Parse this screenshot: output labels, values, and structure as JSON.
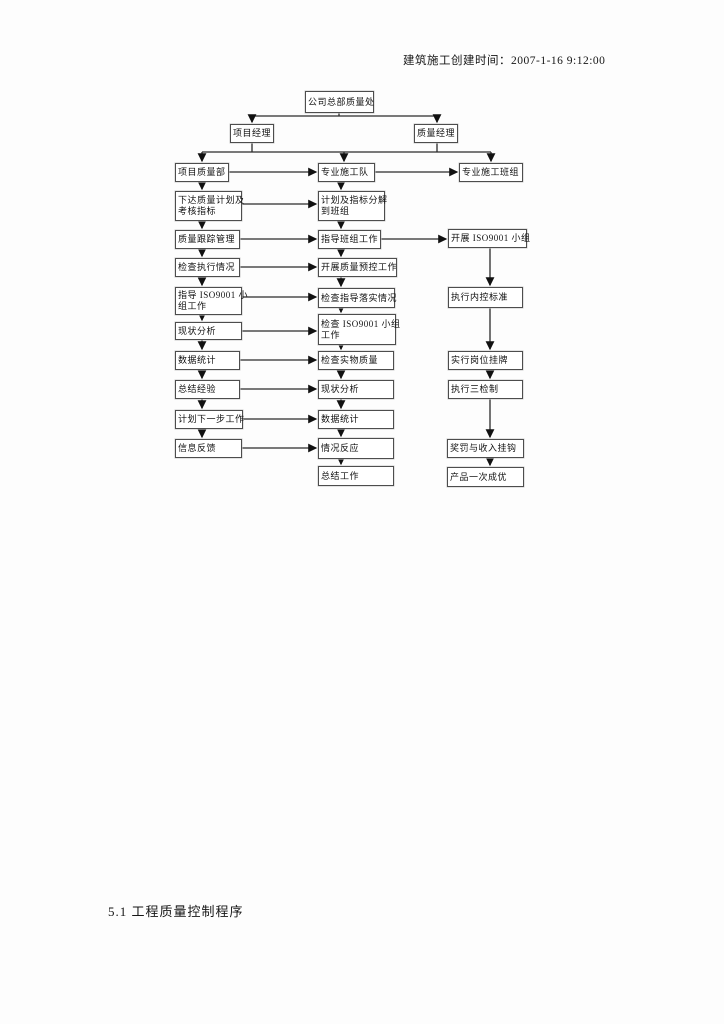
{
  "page": {
    "header_timestamp": "建筑施工创建时间：2007-1-16 9:12:00",
    "footer_caption": "5.1 工程质量控制程序"
  },
  "flowchart": {
    "nodes": {
      "hq": "公司总部质量处",
      "pm": "项目经理",
      "qm": "质量经理",
      "l1": "项目质量部",
      "l2": "下达质量计划及\n考核指标",
      "l3": "质量跟踪管理",
      "l4": "检查执行情况",
      "l5": "指导 ISO9001 小\n组工作",
      "l6": "现状分析",
      "l7": "数据统计",
      "l8": "总结经验",
      "l9": "计划下一步工作",
      "l10": "信息反馈",
      "m1": "专业施工队",
      "m2": "计划及指标分解\n到班组",
      "m3": "指导班组工作",
      "m4": "开展质量预控工作",
      "m5": "检查指导落实情况",
      "m6": "检查 ISO9001 小组\n工作",
      "m7": "检查实物质量",
      "m8": "现状分析",
      "m9": "数据统计",
      "m10": "情况反应",
      "m11": "总结工作",
      "r1": "专业施工班组",
      "r2": "开展 ISO9001 小组",
      "r3": "执行内控标准",
      "r4": "实行岗位挂牌",
      "r5": "执行三检制",
      "r6": "奖罚与收入挂钩",
      "r7": "产品一次成优"
    }
  }
}
